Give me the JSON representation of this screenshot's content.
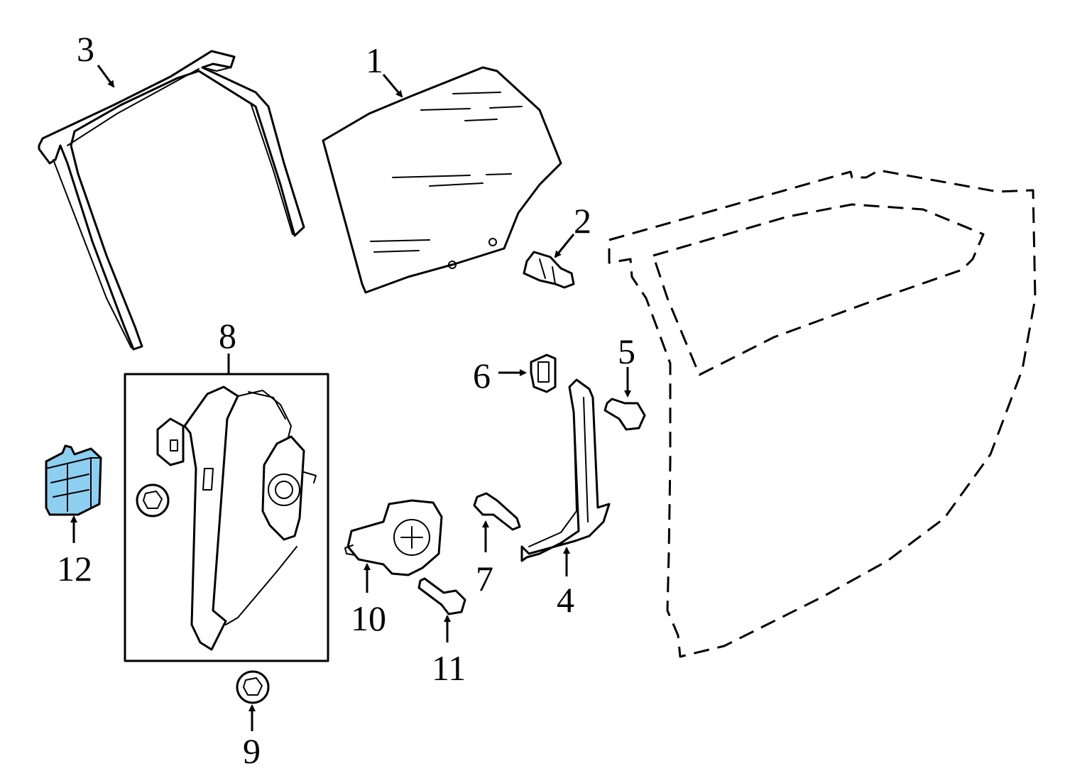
{
  "highlight_color": "#8ccff0",
  "callouts": [
    {
      "id": "1",
      "label": "1"
    },
    {
      "id": "2",
      "label": "2"
    },
    {
      "id": "3",
      "label": "3"
    },
    {
      "id": "4",
      "label": "4"
    },
    {
      "id": "5",
      "label": "5"
    },
    {
      "id": "6",
      "label": "6"
    },
    {
      "id": "7",
      "label": "7"
    },
    {
      "id": "8",
      "label": "8"
    },
    {
      "id": "9",
      "label": "9"
    },
    {
      "id": "10",
      "label": "10"
    },
    {
      "id": "11",
      "label": "11"
    },
    {
      "id": "12",
      "label": "12"
    }
  ],
  "parts": [
    {
      "callout": "1",
      "icon": "door-glass-icon"
    },
    {
      "callout": "2",
      "icon": "glass-clip-icon"
    },
    {
      "callout": "3",
      "icon": "run-channel-icon"
    },
    {
      "callout": "4",
      "icon": "guide-rail-icon"
    },
    {
      "callout": "5",
      "icon": "bolt-icon"
    },
    {
      "callout": "6",
      "icon": "clip-icon"
    },
    {
      "callout": "7",
      "icon": "bolt-icon"
    },
    {
      "callout": "8",
      "icon": "window-regulator-icon"
    },
    {
      "callout": "9",
      "icon": "nut-icon"
    },
    {
      "callout": "10",
      "icon": "regulator-motor-icon"
    },
    {
      "callout": "11",
      "icon": "bolt-icon"
    },
    {
      "callout": "12",
      "icon": "control-module-icon"
    }
  ]
}
